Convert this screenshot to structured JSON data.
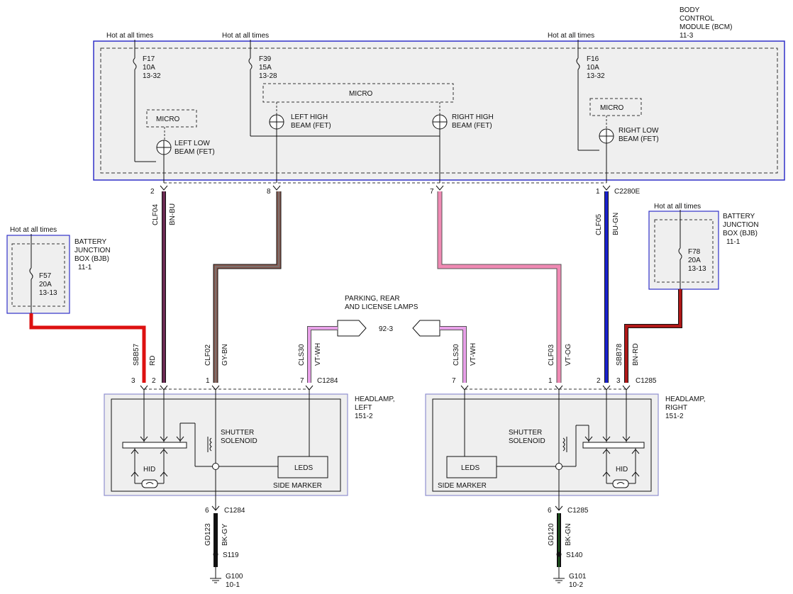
{
  "bcm": {
    "title": [
      "BODY",
      "CONTROL",
      "MODULE (BCM)",
      "11-3"
    ],
    "hot_labels": [
      "Hot at all times",
      "Hot at all times",
      "Hot at all times"
    ],
    "fuses": [
      {
        "name": "F17",
        "rating": "10A",
        "ref": "13-32"
      },
      {
        "name": "F39",
        "rating": "15A",
        "ref": "13-28"
      },
      {
        "name": "F16",
        "rating": "10A",
        "ref": "13-32"
      }
    ],
    "micro": [
      "MICRO",
      "MICRO",
      "MICRO"
    ],
    "fets": [
      {
        "line1": "LEFT LOW",
        "line2": "BEAM (FET)"
      },
      {
        "line1": "LEFT HIGH",
        "line2": "BEAM (FET)"
      },
      {
        "line1": "RIGHT HIGH",
        "line2": "BEAM (FET)"
      },
      {
        "line1": "RIGHT LOW",
        "line2": "BEAM (FET)"
      }
    ],
    "pins": [
      "2",
      "8",
      "7",
      "1"
    ],
    "connector": "C2280E"
  },
  "bjb_left": {
    "hot": "Hot at all times",
    "title": [
      "BATTERY",
      "JUNCTION",
      "BOX (BJB)",
      "11-1"
    ],
    "fuse": {
      "name": "F57",
      "rating": "20A",
      "ref": "13-13"
    }
  },
  "bjb_right": {
    "hot": "Hot at all times",
    "title": [
      "BATTERY",
      "JUNCTION",
      "BOX (BJB)",
      "11-1"
    ],
    "fuse": {
      "name": "F78",
      "rating": "20A",
      "ref": "13-13"
    }
  },
  "wires": {
    "clf04": {
      "circuit": "CLF04",
      "color": "BN-BU"
    },
    "clf05": {
      "circuit": "CLF05",
      "color": "BU-GN"
    },
    "clf02": {
      "circuit": "CLF02",
      "color": "GY-BN"
    },
    "clf03": {
      "circuit": "CLF03",
      "color": "VT-OG"
    },
    "sbb57": {
      "circuit": "SBB57",
      "color": "RD"
    },
    "sbb78": {
      "circuit": "SBB78",
      "color": "BN-RD"
    },
    "cls30_left": {
      "circuit": "CLS30",
      "color": "VT-WH"
    },
    "cls30_right": {
      "circuit": "CLS30",
      "color": "VT-WH"
    },
    "gd123": {
      "circuit": "GD123",
      "color": "BK-GY"
    },
    "gd120": {
      "circuit": "GD120",
      "color": "BK-GN"
    }
  },
  "parking": {
    "line1": "PARKING, REAR",
    "line2": "AND LICENSE LAMPS",
    "ref": "92-3"
  },
  "headlamp_left": {
    "title": [
      "HEADLAMP,",
      "LEFT",
      "151-2"
    ],
    "connector": "C1284",
    "pins": [
      "3",
      "2",
      "1",
      "7"
    ],
    "shutter": [
      "SHUTTER",
      "SOLENOID"
    ],
    "leds": "LEDS",
    "hid": "HID",
    "side_marker": "SIDE MARKER",
    "ground_pin": "6",
    "ground_connector": "C1284",
    "splice": "S119",
    "ground": "G100",
    "ground_ref": "10-1"
  },
  "headlamp_right": {
    "title": [
      "HEADLAMP,",
      "RIGHT",
      "151-2"
    ],
    "connector": "C1285",
    "pins": [
      "7",
      "1",
      "2",
      "3"
    ],
    "shutter": [
      "SHUTTER",
      "SOLENOID"
    ],
    "leds": "LEDS",
    "hid": "HID",
    "side_marker": "SIDE MARKER",
    "ground_pin": "6",
    "ground_connector": "C1285",
    "splice": "S140",
    "ground": "G101",
    "ground_ref": "10-2"
  },
  "colors": {
    "module_border": "#3030c8",
    "module_fill": "#efefef",
    "wire_red": "#dd1111",
    "wire_dark_red": "#b01818",
    "wire_blue": "#1a22cc",
    "wire_pink": "#f08ab4",
    "wire_violet_white": "#e8a0e8",
    "wire_brown_violet": "#5a2a4a",
    "wire_black": "#111111"
  }
}
